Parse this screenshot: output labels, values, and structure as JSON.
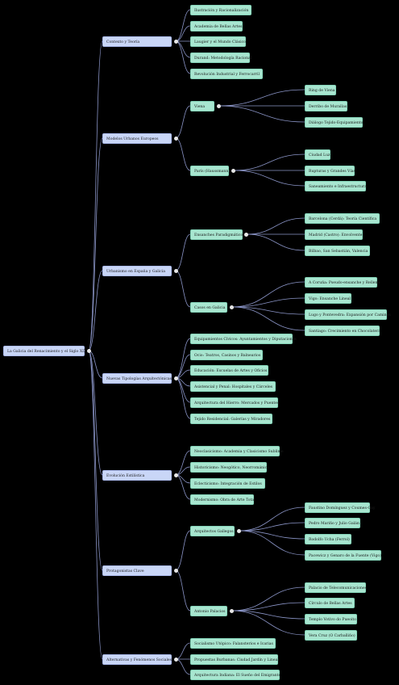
{
  "colors": {
    "link": "#8a94c6",
    "node_primary": "#c9d6f7",
    "node_secondary": "#a8e6d0"
  },
  "root": {
    "label": "La Galicia del Renacimiento y el Siglo XIX"
  },
  "branches": [
    {
      "label": "Contexto y Teoría",
      "children": [
        {
          "label": "Ilustración y Racionalización"
        },
        {
          "label": "Academia de Bellas Artes"
        },
        {
          "label": "Laugier y el Mundo Clásico"
        },
        {
          "label": "Durand: Metodología Racional"
        },
        {
          "label": "Revolución Industrial y Ferrocarril"
        }
      ]
    },
    {
      "label": "Modelos Urbanos Europeos",
      "children": [
        {
          "label": "Viena",
          "children": [
            {
              "label": "Ring de Viena"
            },
            {
              "label": "Derribo de Murallas"
            },
            {
              "label": "Diálogo Tejido-Equipamiento"
            }
          ]
        },
        {
          "label": "París (Haussmann)",
          "children": [
            {
              "label": "Ciudad Luz"
            },
            {
              "label": "Rupturas y Grandes Vías"
            },
            {
              "label": "Saneamiento e Infraestructura"
            }
          ]
        }
      ]
    },
    {
      "label": "Urbanismo en España y Galicia",
      "children": [
        {
          "label": "Ensanches Paradigmáticos",
          "children": [
            {
              "label": "Barcelona (Cerdá): Teoría Científica"
            },
            {
              "label": "Madrid (Castro): Envolvente"
            },
            {
              "label": "Bilbao, San Sebastián, Valencia"
            }
          ]
        },
        {
          "label": "Casos en Galicia",
          "children": [
            {
              "label": "A Coruña: Pseudo-ensanche y Relleno"
            },
            {
              "label": "Vigo: Ensanche Lineal"
            },
            {
              "label": "Lugo y Pontevedra: Expansión por Caminos"
            },
            {
              "label": "Santiago: Crecimiento en Chocolatera"
            }
          ]
        }
      ]
    },
    {
      "label": "Nuevas Tipologías Arquitectónicas",
      "children": [
        {
          "label": "Equipamientos Cívicos: Ayuntamientos y Diputaciones"
        },
        {
          "label": "Ocio: Teatros, Casinos y Balnearios"
        },
        {
          "label": "Educación: Escuelas de Artes y Oficios"
        },
        {
          "label": "Asistencial y Penal: Hospitales y Cárceles"
        },
        {
          "label": "Arquitectura del Hierro: Mercados y Puentes"
        },
        {
          "label": "Tejido Residencial: Galerías y Miradores"
        }
      ]
    },
    {
      "label": "Evolución Estilística",
      "children": [
        {
          "label": "Neoclasicismo: Academia y Clasicismo Sublime"
        },
        {
          "label": "Historicismo: Neogótico, Neorrománico"
        },
        {
          "label": "Eclecticismo: Integración de Estilos"
        },
        {
          "label": "Modernismo: Obra de Arte Total"
        }
      ]
    },
    {
      "label": "Protagonistas Clave",
      "children": [
        {
          "label": "Arquitectos Gallegos",
          "children": [
            {
              "label": "Faustino Domínguez y Coumes-Gay"
            },
            {
              "label": "Pedro Mariño y Julio Galán"
            },
            {
              "label": "Rodolfo Ucha (Ferrol)"
            },
            {
              "label": "Pacewicz y Genaro de la Fuente (Vigo)"
            }
          ]
        },
        {
          "label": "Antonio Palacios",
          "children": [
            {
              "label": "Palacio de Telecomunicaciones"
            },
            {
              "label": "Círculo de Bellas Artes"
            },
            {
              "label": "Templo Votivo do Pueoito"
            },
            {
              "label": "Vera Cruz (O Carballiño)"
            }
          ]
        }
      ]
    },
    {
      "label": "Alternativas y Fenómenos Sociales",
      "children": [
        {
          "label": "Socialismo Utópico: Falansterios e Icarias"
        },
        {
          "label": "Propuestas Burbanas: Ciudad Jardín y Lineal"
        },
        {
          "label": "Arquitectura Indiana: El Sueño del Emigrante"
        }
      ]
    }
  ]
}
